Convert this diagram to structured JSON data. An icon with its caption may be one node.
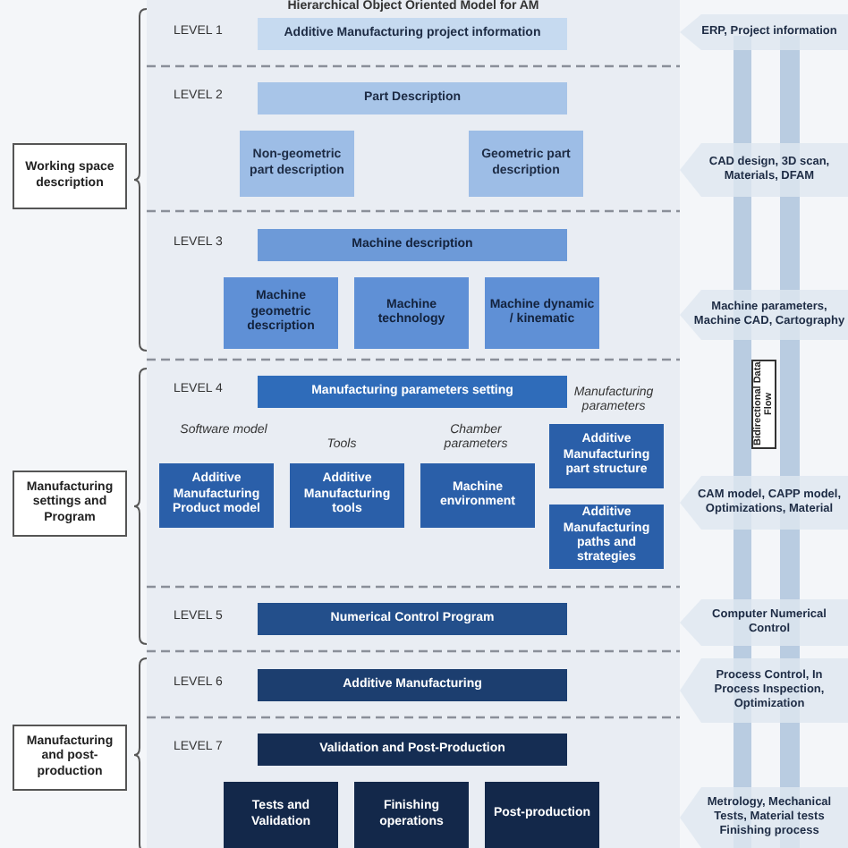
{
  "diagram": {
    "title": "Hierarchical Object Oriented Model for AM",
    "nodes": [
      {
        "text": [
          "Additive Manufacturing project information"
        ]
      },
      {
        "text": [
          "ERP, Project information"
        ]
      },
      {
        "text": [
          "Part Description"
        ]
      },
      {
        "text": [
          "Non-geometric part description"
        ]
      },
      {
        "text": [
          "Geometric part description"
        ]
      },
      {
        "text": [
          "Working space description"
        ]
      },
      {
        "text": [
          "CAD design, 3D scan, Materials, DFAM"
        ]
      },
      {
        "text": [
          "Machine description"
        ]
      },
      {
        "text": [
          "Machine geometric description"
        ]
      },
      {
        "text": [
          "Machine technology"
        ]
      },
      {
        "text": [
          "Machine dynamic / kinematic"
        ]
      },
      {
        "text": [
          "Machine parameters, Machine CAD, Cartography"
        ]
      },
      {
        "text": [
          "Manufacturing parameters setting"
        ]
      },
      {
        "text": [
          "Bidirectional Data Flow"
        ]
      },
      {
        "text": [
          "Additive Manufacturing part structure"
        ]
      },
      {
        "text": [
          "Additive Manufacturing Product model"
        ]
      },
      {
        "text": [
          "Additive Manufacturing tools"
        ]
      },
      {
        "text": [
          "Machine environment"
        ]
      },
      {
        "text": [
          "Manufacturing settings and Program"
        ]
      },
      {
        "text": [
          "CAM model, CAPP model, Optimizations, Material"
        ]
      },
      {
        "text": [
          "Additive Manufacturing paths and strategies"
        ]
      },
      {
        "text": [
          "Numerical Control Program"
        ]
      },
      {
        "text": [
          "Computer Numerical Control"
        ]
      },
      {
        "text": [
          "Additive Manufacturing"
        ]
      },
      {
        "text": [
          "Process Control, In Process Inspection, Optimization"
        ]
      },
      {
        "text": [
          "Manufacturing and post-production"
        ]
      },
      {
        "text": [
          "Validation and Post-Production"
        ]
      },
      {
        "text": [
          "Tests and Validation"
        ]
      },
      {
        "text": [
          "Finishing operations"
        ]
      },
      {
        "text": [
          "Post-production"
        ]
      },
      {
        "text": [
          "Metrology, Mechanical Tests, Material tests Finishing process"
        ]
      }
    ],
    "edges": [],
    "labels": [
      "LEVEL 1",
      "LEVEL 2",
      "LEVEL 3",
      "LEVEL 4",
      "Manufacturing parameters",
      "Software model",
      "Tools",
      "Chamber parameters",
      "LEVEL 5",
      "LEVEL 6",
      "LEVEL 7"
    ]
  }
}
